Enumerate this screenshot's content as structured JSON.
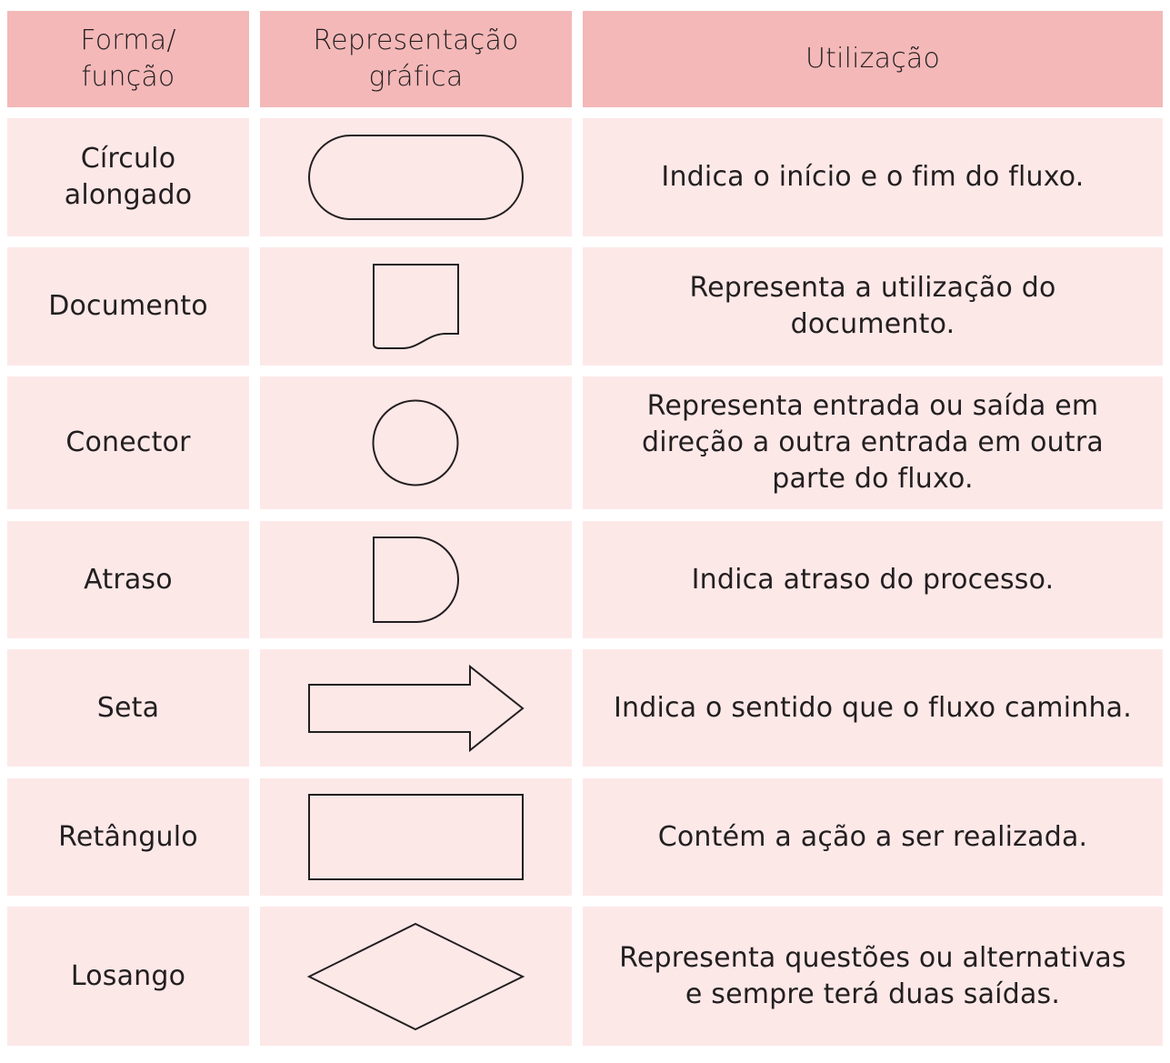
{
  "table": {
    "headers": {
      "col1": "Forma/\nfunção",
      "col2": "Representação\ngráfica",
      "col3": "Utilização"
    },
    "rows": [
      {
        "name": "Círculo\nalongado",
        "shape": "terminator-shape",
        "usage": "Indica o início e o fim do fluxo."
      },
      {
        "name": "Documento",
        "shape": "document-shape",
        "usage": "Representa a utilização do\ndocumento."
      },
      {
        "name": "Conector",
        "shape": "connector-circle-shape",
        "usage": "Representa entrada ou saída em\ndireção a outra entrada em outra\nparte do fluxo."
      },
      {
        "name": "Atraso",
        "shape": "delay-shape",
        "usage": "Indica atraso do processo."
      },
      {
        "name": "Seta",
        "shape": "arrow-shape",
        "usage": "Indica o sentido que o fluxo caminha."
      },
      {
        "name": "Retângulo",
        "shape": "rectangle-shape",
        "usage": "Contém a ação a ser realizada."
      },
      {
        "name": "Losango",
        "shape": "diamond-shape",
        "usage": "Representa questões ou alternativas\ne sempre terá duas saídas."
      }
    ]
  },
  "colors": {
    "header_bg": "#f4b8b8",
    "row_bg": "#fde8e8",
    "text": "#231f20",
    "stroke": "#231f20"
  }
}
